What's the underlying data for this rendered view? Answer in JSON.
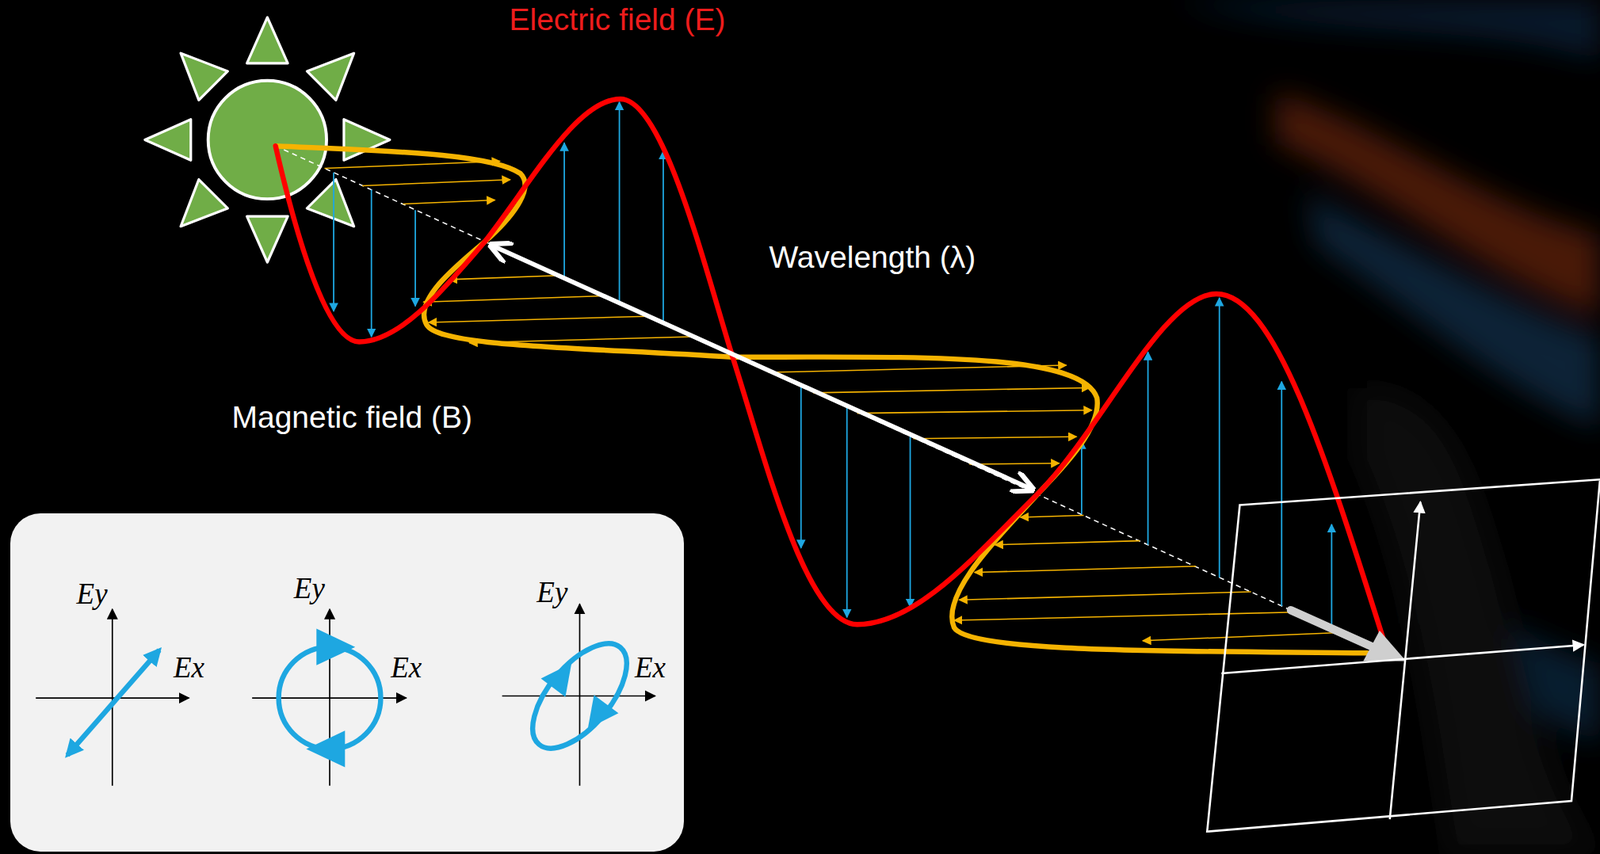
{
  "diagram": {
    "nodes": [
      {
        "text": [
          "Ey",
          "Ex",
          "Ey",
          "Ex",
          "Ey",
          "Ex"
        ]
      }
    ],
    "labels": [
      "Electric field (E)",
      "Wavelength (λ)",
      "Magnetic field (B)"
    ]
  }
}
